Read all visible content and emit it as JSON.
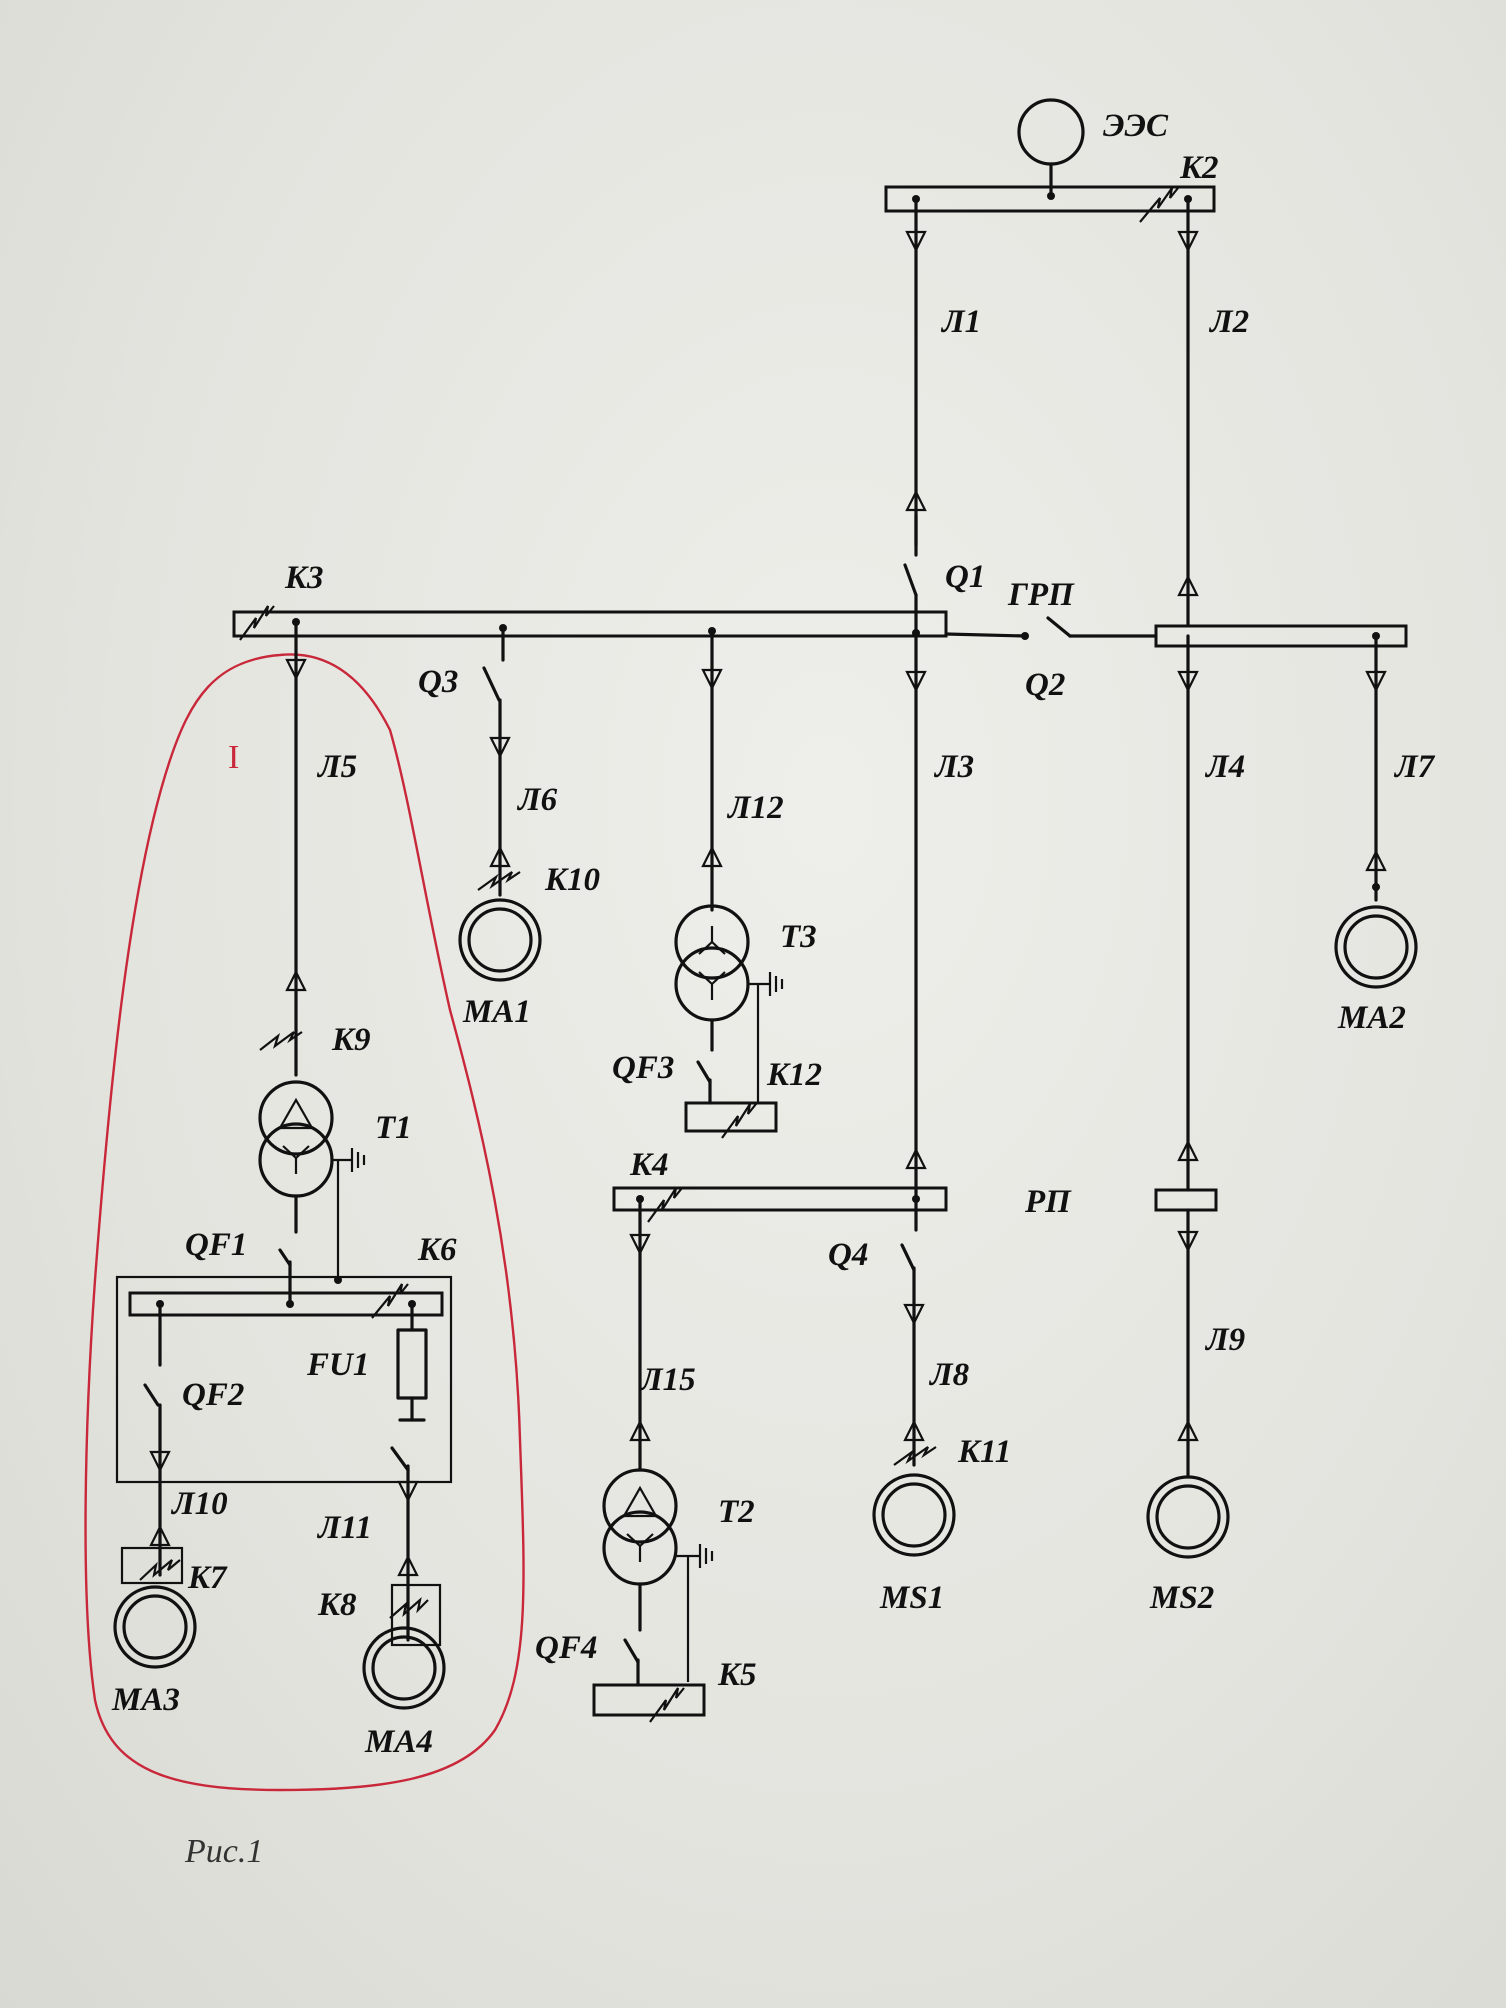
{
  "figure_caption": "Рис.1",
  "region_marker": "I",
  "labels": {
    "ees": "ЭЭС",
    "k2": "K2",
    "l1": "Л1",
    "l2": "Л2",
    "q1": "Q1",
    "grp": "ГРП",
    "q2": "Q2",
    "k3": "K3",
    "q3": "Q3",
    "l5": "Л5",
    "l6": "Л6",
    "l12": "Л12",
    "l3": "Л3",
    "l4": "Л4",
    "l7": "Л7",
    "k10": "K10",
    "ma1": "MA1",
    "t3": "T3",
    "ma2": "MA2",
    "k9": "K9",
    "qf3": "QF3",
    "k12": "K12",
    "t1": "T1",
    "k4": "K4",
    "rp": "РП",
    "qf1": "QF1",
    "k6": "K6",
    "q4": "Q4",
    "fu1": "FU1",
    "qf2": "QF2",
    "l15": "Л15",
    "l8": "Л8",
    "l9": "Л9",
    "l10": "Л10",
    "l11": "Л11",
    "k11": "K11",
    "t2": "T2",
    "k7": "K7",
    "k8": "K8",
    "ms1": "MS1",
    "ms2": "MS2",
    "qf4": "QF4",
    "k5": "K5",
    "ma3": "MA3",
    "ma4": "MA4"
  }
}
